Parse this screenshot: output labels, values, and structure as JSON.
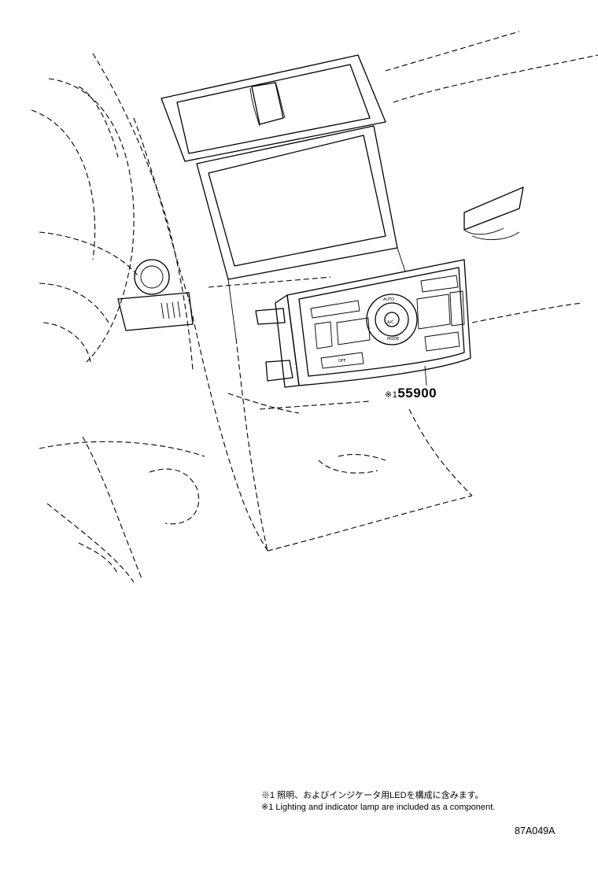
{
  "part_callout": {
    "mark": "※1",
    "number": "55900"
  },
  "notes": [
    "※1 照明、およびインジケータ用LEDを構成に含みます。",
    "※1 Lighting and indicator lamp are included as a component."
  ],
  "figure_ref": "87A049A",
  "panel_labels": {
    "auto": "AUTO",
    "ac": "A/C",
    "mode": "MODE",
    "off": "OFF"
  }
}
